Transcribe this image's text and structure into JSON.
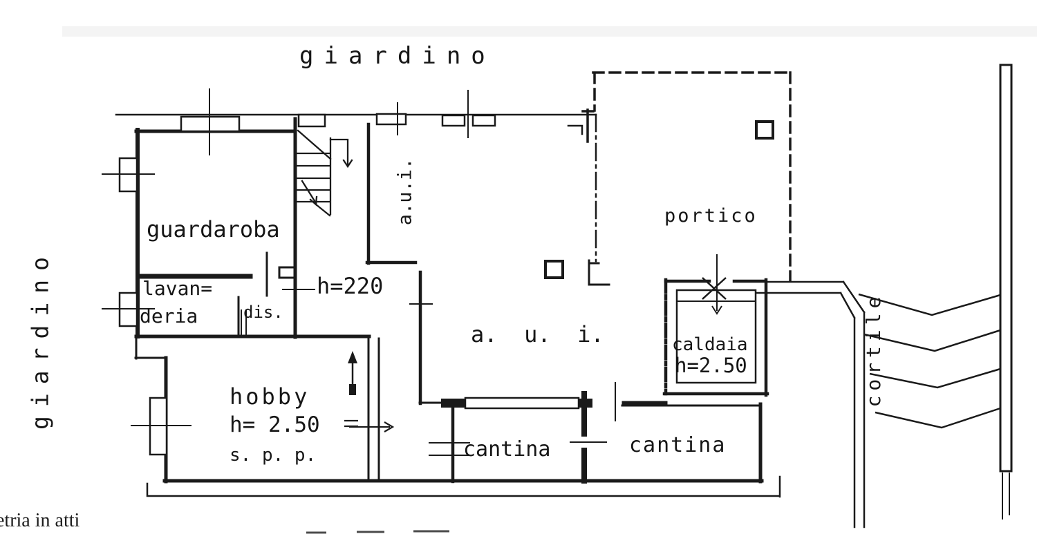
{
  "document": {
    "bottom_note_partial": "etria in atti"
  },
  "colors": {
    "ink": "#1a1a1a",
    "paper": "#ffffff",
    "scan_band": "#f4f4f4"
  },
  "floorplan": {
    "outdoor": {
      "garden_top": "giardino",
      "garden_left": "giardino",
      "portico": "portico",
      "courtyard": "cortile"
    },
    "rooms": {
      "wardrobe": "guardaroba",
      "laundry_line1": "lavan=",
      "laundry_line2": "deria",
      "storage": "dis.",
      "passage_height": "h=220",
      "aui_vertical": "a.u.i.",
      "aui_main": "a.  u.  i.",
      "boiler": "caldaia",
      "boiler_height": "h=2.50",
      "cellar_left": "cantina",
      "cellar_right": "cantina",
      "hobby": "hobby",
      "hobby_height": "h= 2.50",
      "hobby_note": "s. p. p."
    }
  }
}
